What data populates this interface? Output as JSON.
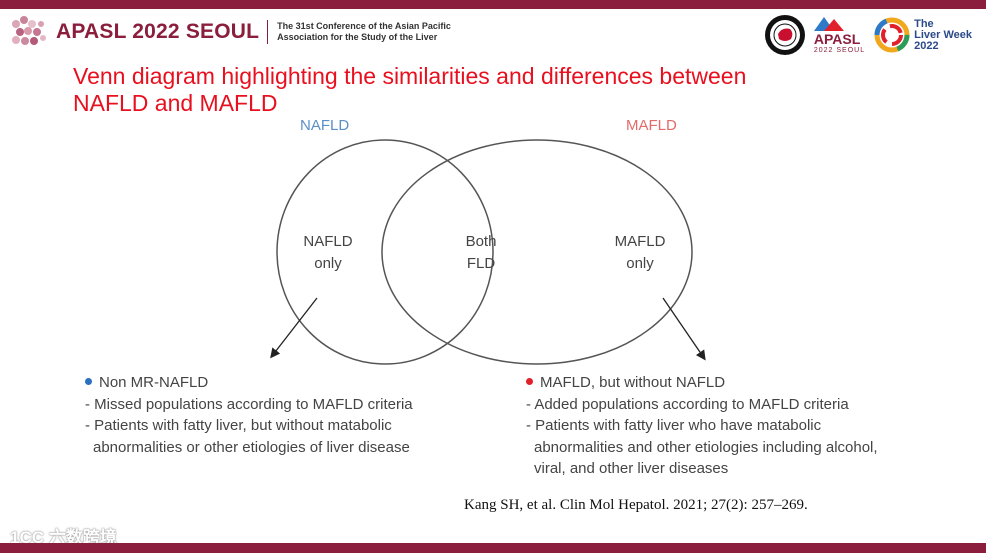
{
  "header": {
    "logo_text": "APASL 2022 SEOUL",
    "logo_sub_line1": "The 31st Conference of the Asian Pacific",
    "logo_sub_line2": "Association for the Study of the Liver",
    "partner_apasl": "APASL",
    "partner_apasl_year": "2022 SEOUL",
    "liver_week_line1": "The",
    "liver_week_line2": "Liver Week",
    "liver_week_line3": "2022"
  },
  "slide": {
    "title_line1": "Venn diagram highlighting the similarities and differences between",
    "title_line2": "NAFLD and MAFLD"
  },
  "venn": {
    "left_set_label": "NAFLD",
    "right_set_label": "MAFLD",
    "left_only_line1": "NAFLD",
    "left_only_line2": "only",
    "both_line1": "Both",
    "both_line2": "FLD",
    "right_only_line1": "MAFLD",
    "right_only_line2": "only"
  },
  "left_notes": {
    "bullet": "Non MR-NAFLD",
    "line1": "- Missed populations according to MAFLD criteria",
    "line2": "- Patients with fatty liver, but without matabolic",
    "line3": "abnormalities or other etiologies of liver disease"
  },
  "right_notes": {
    "bullet": "MAFLD, but without NAFLD",
    "line1": "- Added populations according to MAFLD criteria",
    "line2": "- Patients with fatty liver who have matabolic",
    "line3": "abnormalities and other etiologies including alcohol,",
    "line4": "viral, and other liver diseases"
  },
  "citation": "Kang SH, et al. Clin Mol Hepatol. 2021; 27(2): 257–269.",
  "watermark": "1CC 六数跨境",
  "colors": {
    "brand": "#8a1e3c",
    "title": "#e8101e",
    "nafld_label": "#5b8fc9",
    "mafld_label": "#e36a6a",
    "nafld_dot": "#2a6fc0",
    "mafld_dot": "#e0202a"
  }
}
